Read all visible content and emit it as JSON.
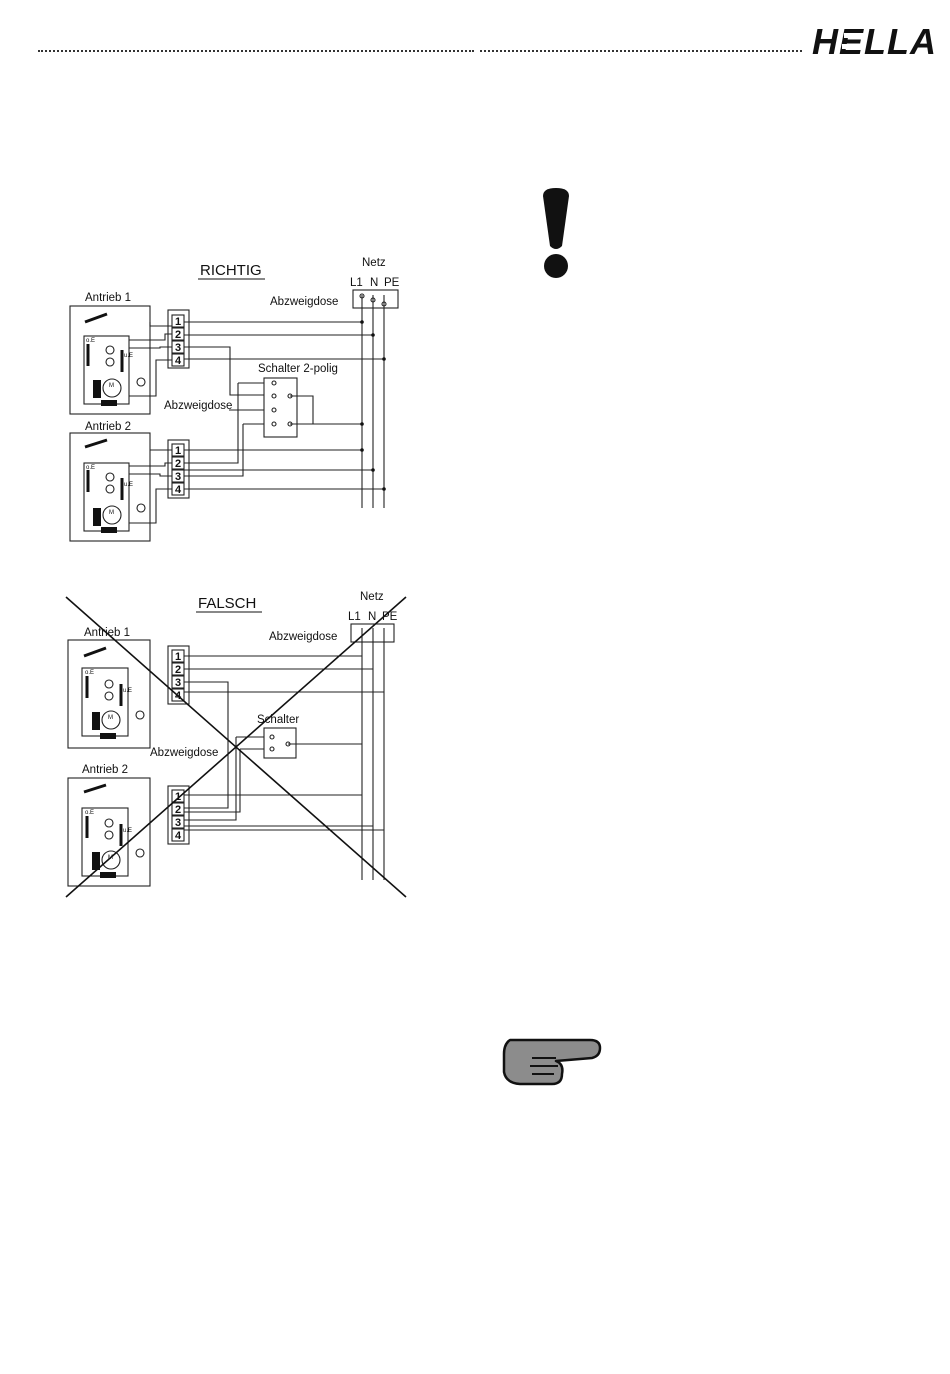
{
  "header": {
    "brand": "HELLA"
  },
  "diagram_correct": {
    "title": "RICHTIG",
    "mains_label": "Netz",
    "mains_terminals": [
      "L1",
      "N",
      "PE"
    ],
    "junction_box_top": "Abzweigdose",
    "switch_label": "Schalter 2-polig",
    "junction_box_mid": "Abzweigdose",
    "drive_1": "Antrieb 1",
    "drive_2": "Antrieb 2",
    "terminals": [
      "1",
      "2",
      "3",
      "4"
    ],
    "limit_top": "o.E",
    "limit_bottom": "u.E",
    "motor": "M"
  },
  "diagram_wrong": {
    "title": "FALSCH",
    "mains_label": "Netz",
    "mains_terminals": [
      "L1",
      "N",
      "PE"
    ],
    "junction_box_top": "Abzweigdose",
    "switch_label": "Schalter",
    "junction_box_mid": "Abzweigdose",
    "drive_1": "Antrieb 1",
    "drive_2": "Antrieb 2",
    "terminals": [
      "1",
      "2",
      "3",
      "4"
    ],
    "limit_top": "o.E",
    "limit_bottom": "u.E",
    "motor": "M"
  },
  "icons": {
    "warning": "exclamation-icon",
    "note": "pointing-hand-icon"
  }
}
